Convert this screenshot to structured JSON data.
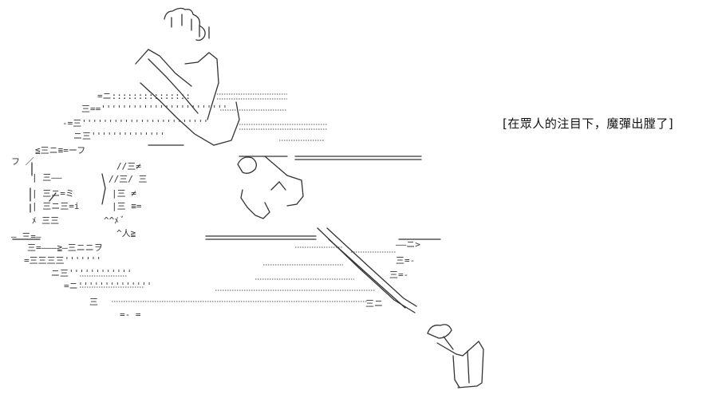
{
  "caption": "[在眾人的注目下，魔彈出膛了]",
  "art": {
    "ink_color": "#333333",
    "fragments": [
      "=ニ:::::::::::::::",
      "三==''''''''''''''''''''''''",
      "-=三''''''''''''''''''''''''",
      "ニ三''''''''''''''",
      "≦三ニ≡=ーフ",
      "フ ／",
      "| 三――",
      "| 三ニ=ミ",
      "| 三ニ三=i",
      "ﾒ 三三",
      "― 三=―",
      "三=―――≧―三ニニヲ",
      "=三三三三'''''''",
      "ニ三''''''''''''",
      "=ニ''''''''''''''",
      "三",
      "=- =",
      "//三≠",
      "//三/ 三",
      "|三 ≠",
      "|三 ≡=",
      "^^ﾒ ﾞ",
      "^人≧",
      "――ニ>",
      "三=-",
      "三=-",
      "三ニ"
    ]
  }
}
